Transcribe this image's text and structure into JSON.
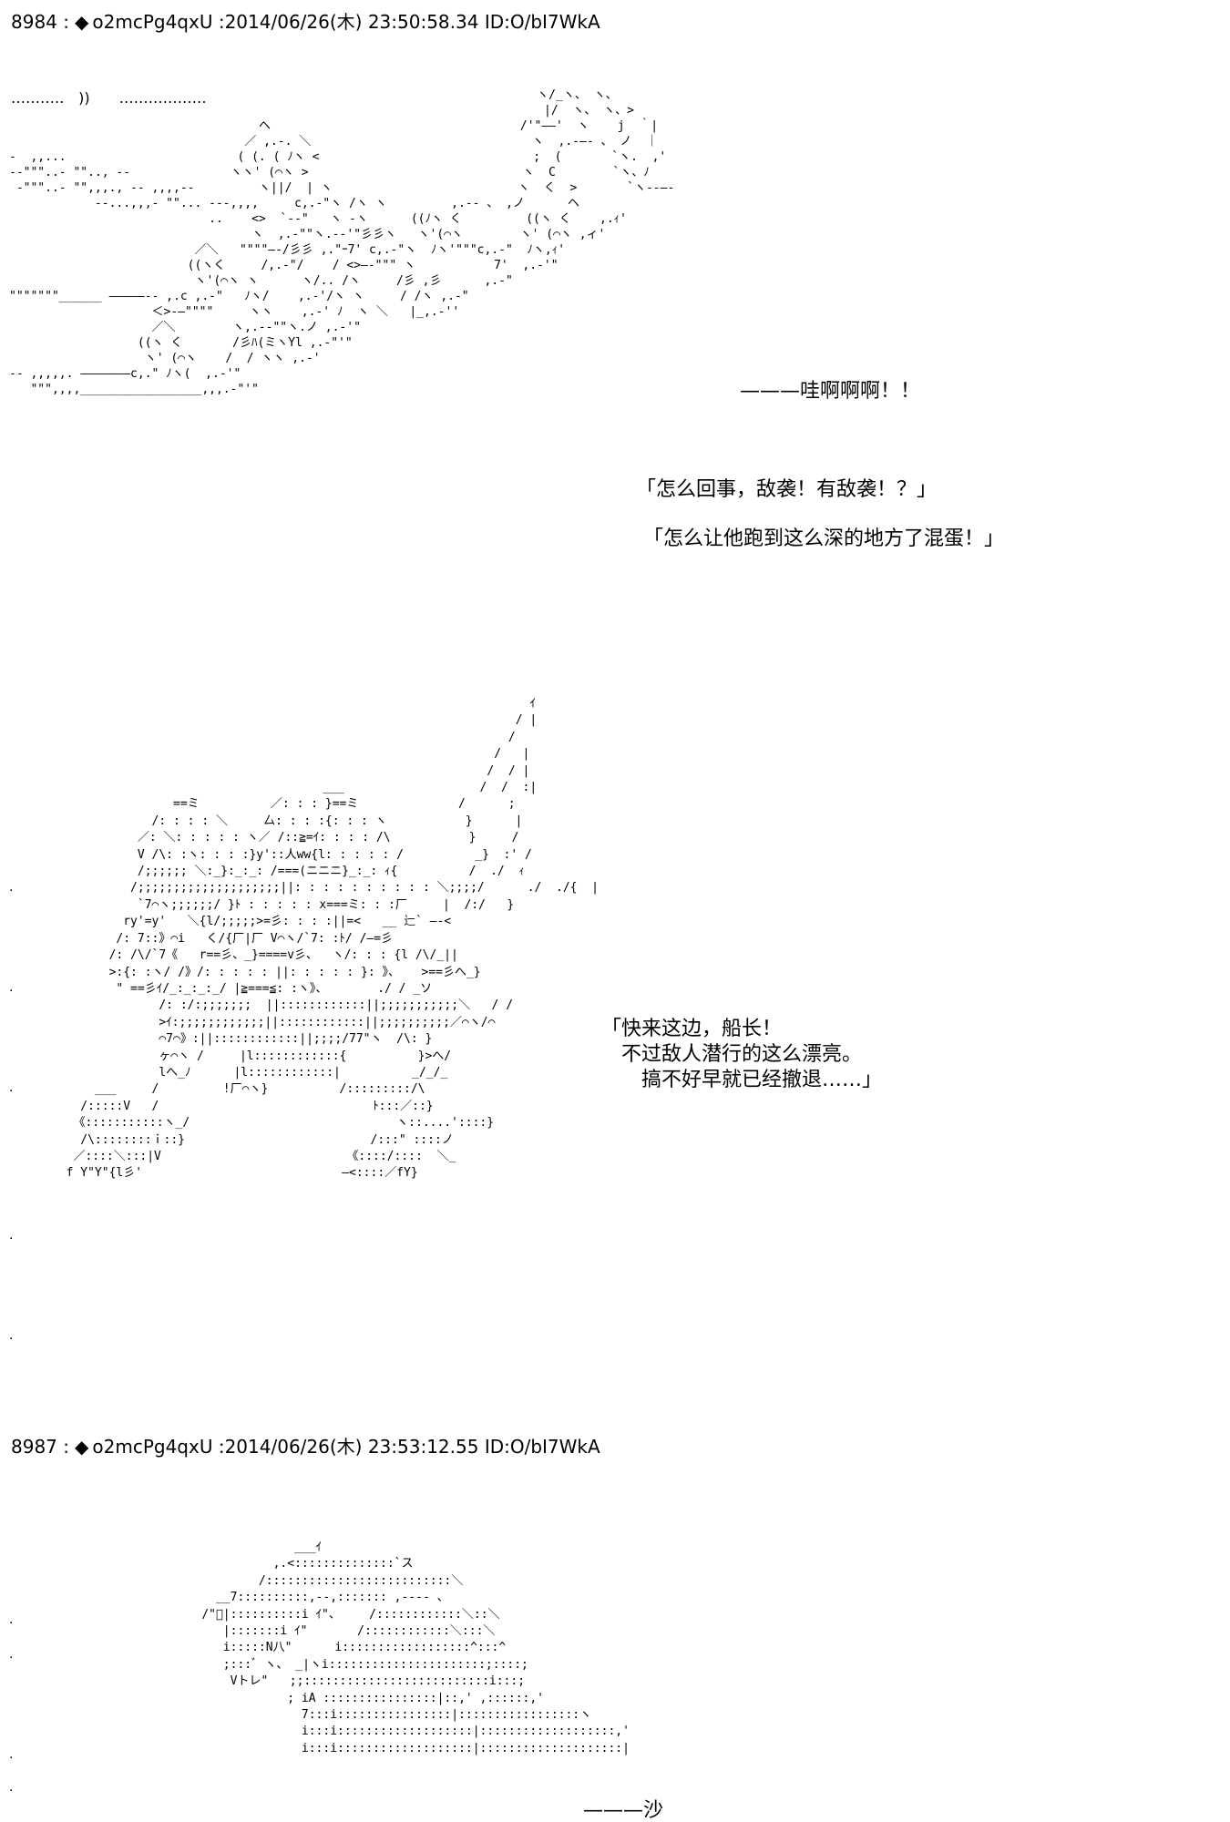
{
  "posts": [
    {
      "number": "8984 :",
      "marker": "◆",
      "trip": "o2mcPg4qxU",
      "date": ":2014/06/26(木) 23:50:58.34",
      "id": "ID:O/bI7WkA"
    },
    {
      "number": "8987 :",
      "marker": "◆",
      "trip": "o2mcPg4qxU",
      "date": ":2014/06/26(木) 23:53:12.55",
      "id": "ID:O/bI7WkA"
    }
  ],
  "scene1": {
    "sound_effect": "………..　))　　………………",
    "scream": "———哇啊啊啊！！",
    "line1": "「怎么回事，敌袭！有敌袭！？」",
    "line2": "「怎么让他跑到这么深的地方了混蛋！」"
  },
  "scene2": {
    "speech": "「快来这边，船长！\n　不过敌人潜行的这么漂亮。\n　　搞不好早就已经撤退……」"
  },
  "scene3": {
    "sound": "———沙"
  },
  "margin_marks": [
    ".",
    ".",
    ".",
    ".",
    ".",
    ".",
    ".",
    ".",
    "."
  ]
}
